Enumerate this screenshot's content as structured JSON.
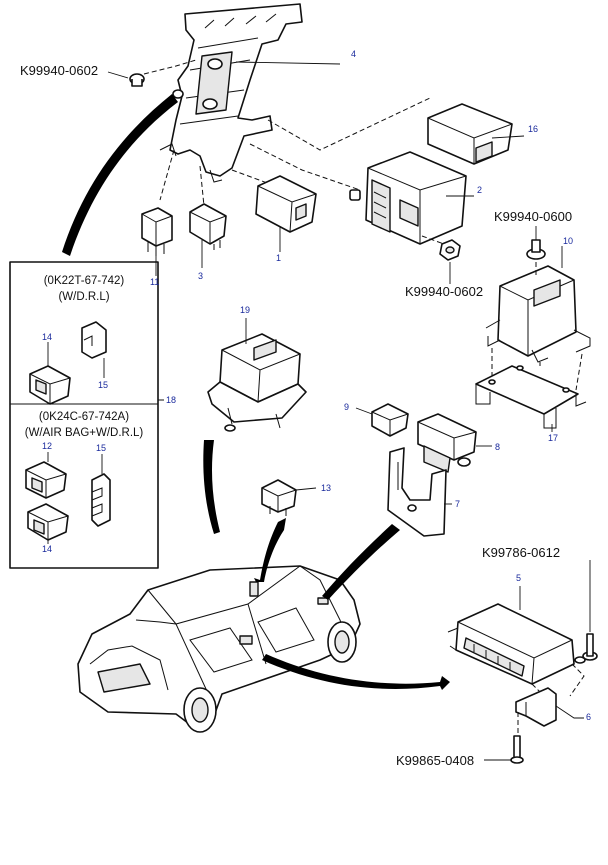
{
  "callouts": {
    "c1": "1",
    "c2": "2",
    "c3": "3",
    "c4": "4",
    "c5": "5",
    "c6": "6",
    "c7": "7",
    "c8": "8",
    "c9": "9",
    "c10": "10",
    "c11": "11",
    "c12": "12",
    "c13": "13",
    "c14a": "14",
    "c14b": "14",
    "c15a": "15",
    "c15b": "15",
    "c16": "16",
    "c17": "17",
    "c18": "18",
    "c19": "19"
  },
  "part_numbers": {
    "pn_0602_top": "K99940-0602",
    "pn_0602_mid": "K99940-0602",
    "pn_0600": "K99940-0600",
    "pn_0612": "K99786-0612",
    "pn_0408": "K99865-0408"
  },
  "variants": {
    "variant1_code": "(0K22T-67-742)",
    "variant1_desc": "(W/D.R.L)",
    "variant2_code": "(0K24C-67-742A)",
    "variant2_desc": "(W/AIR BAG+W/D.R.L)"
  }
}
